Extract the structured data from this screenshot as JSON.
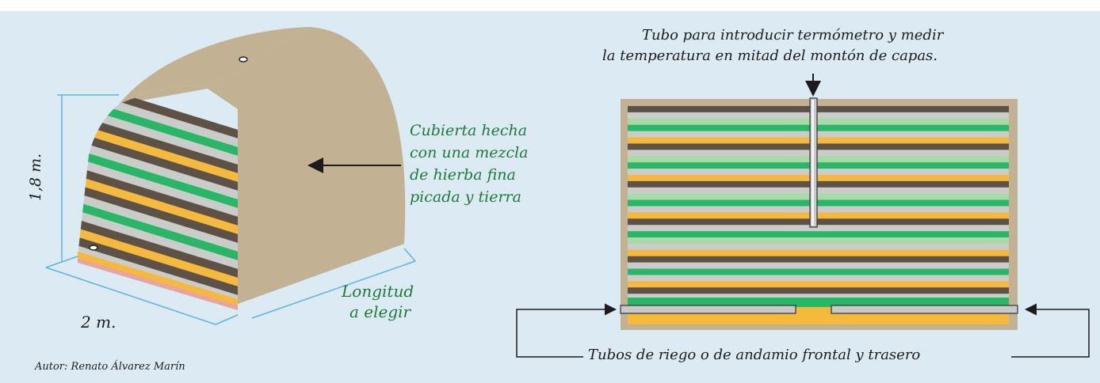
{
  "colors": {
    "background": "#dcebf3",
    "mound": "#c2b192",
    "mound_side": "#a4937a",
    "layer_dark": "#5e5246",
    "layer_orange": "#f4b93d",
    "layer_green": "#29b667",
    "layer_lightgreen": "#a9d9a6",
    "layer_gray": "#c9ccc9",
    "dimension_line": "#5db3e6",
    "label_green": "#1d7a3a",
    "pipe": "#b9bcbf"
  },
  "labels": {
    "height": "1,8 m.",
    "width": "2 m.",
    "length": [
      "Longitud",
      "a elegir"
    ],
    "cover": [
      "Cubierta hecha",
      "con una mezcla",
      "de hierba fina",
      "picada y tierra"
    ],
    "thermometer": [
      "Tubo para introducir termómetro y medir",
      "la temperatura en mitad del montón de capas."
    ],
    "pipes": "Tubos de riego o de andamio frontal y trasero",
    "author": "Autor: Renato Álvarez Marín"
  },
  "layers": {
    "front_sequence": [
      "dark",
      "gray",
      "green",
      "gray",
      "dark",
      "orange"
    ],
    "cross_section_sequence": [
      "dark",
      "gray",
      "lightgreen",
      "green",
      "gray",
      "orange",
      "dark",
      "gray",
      "lightgreen",
      "green",
      "gray",
      "orange",
      "dark",
      "gray",
      "lightgreen",
      "green",
      "gray",
      "orange",
      "dark",
      "gray",
      "green",
      "lightgreen",
      "gray",
      "orange",
      "dark",
      "gray",
      "green",
      "gray",
      "orange",
      "dark",
      "gray",
      "lightgreen"
    ]
  }
}
